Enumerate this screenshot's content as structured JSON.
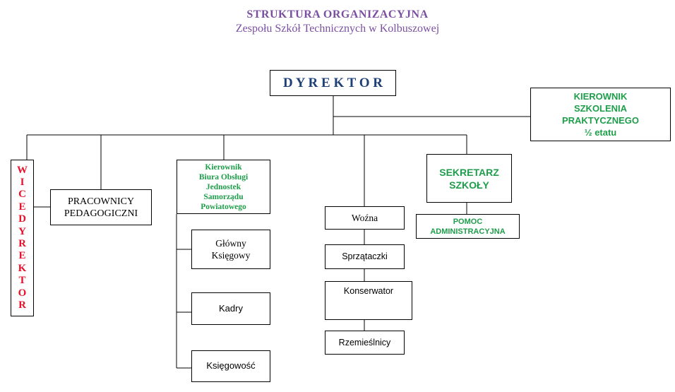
{
  "header": {
    "title": "STRUKTURA ORGANIZACYJNA",
    "subtitle": "Zespołu Szkół Technicznych w Kolbuszowej"
  },
  "colors": {
    "title": "#7a4fa0",
    "director": "#1f3f77",
    "green": "#1e9e4a",
    "red": "#e8102a"
  },
  "nodes": {
    "director": "D Y R E K T O R",
    "training_head": "KIEROWNIK\nSZKOLENIA\nPRAKTYCZNEGO\n½ etatu",
    "vice_director_letters": [
      "W",
      "I",
      "C",
      "E",
      "D",
      "Y",
      "R",
      "E",
      "K",
      "T",
      "O",
      "R"
    ],
    "teachers": "PRACOWNICY\nPEDAGOGICZNI",
    "office_head": "Kierownik\nBiura Obsługi\nJednostek\nSamorządu\nPowiatowego",
    "chief_accountant": "Główny\nKsięgowy",
    "hr": "Kadry",
    "accounting": "Księgowość",
    "janitor": "Woźna",
    "cleaners": "Sprzątaczki",
    "maintenance": "Konserwator",
    "craftsmen": "Rzemieślnicy",
    "secretary": "SEKRETARZ\nSZKOŁY",
    "admin_assistant": "POMOC\nADMINISTRACYJNA"
  }
}
